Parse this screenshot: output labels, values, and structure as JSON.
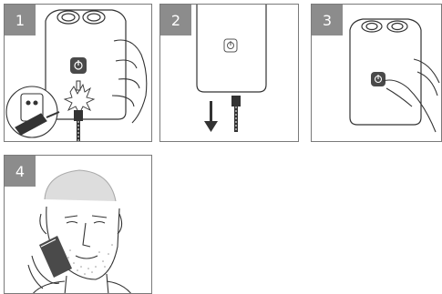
{
  "steps": [
    {
      "number": "1",
      "icons": [
        "shaver-icon",
        "power-button-icon",
        "wall-socket-icon",
        "charging-cable-icon",
        "hand-icon"
      ]
    },
    {
      "number": "2",
      "icons": [
        "shaver-icon",
        "power-symbol-icon",
        "arrow-down-icon",
        "charging-cable-icon"
      ]
    },
    {
      "number": "3",
      "icons": [
        "shaver-icon",
        "power-button-icon",
        "hand-icon"
      ]
    },
    {
      "number": "4",
      "icons": [
        "man-face-icon",
        "shaver-icon",
        "hand-icon"
      ]
    }
  ],
  "colors": {
    "frame": "#7a7a7a",
    "badge": "#8c8c8c",
    "line": "#333333",
    "button": "#4a4a4a"
  }
}
